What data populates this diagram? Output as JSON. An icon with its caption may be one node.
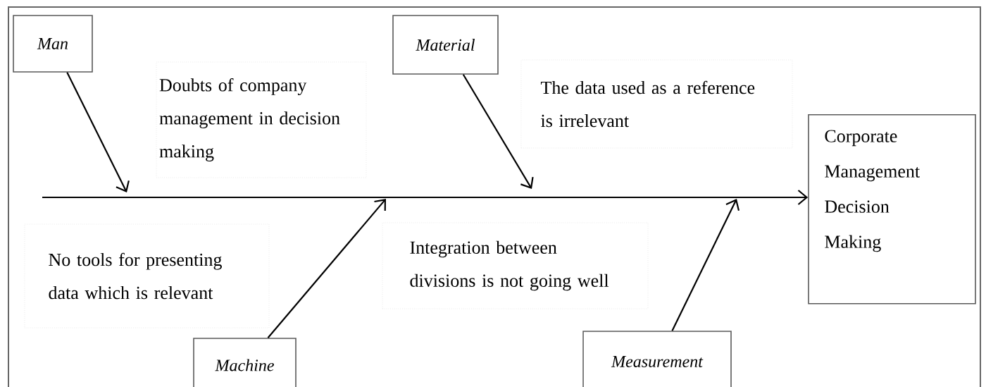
{
  "diagram": {
    "nodes": [
      {
        "text": [
          "Man"
        ]
      },
      {
        "text": [
          "Material"
        ]
      },
      {
        "text": [
          "Doubts of company management in decision making"
        ]
      },
      {
        "text": [
          "The data used as a reference is irrelevant"
        ]
      },
      {
        "text": [
          "No tools for presenting data which is relevant"
        ]
      },
      {
        "text": [
          "Integration between divisions is not going well"
        ]
      },
      {
        "text": [
          "Machine"
        ]
      },
      {
        "text": [
          "Measurement"
        ]
      },
      {
        "text": [
          "Corporate Management Decision Making"
        ]
      }
    ],
    "edges": [
      {
        "from": null,
        "to": 8,
        "arrow": "to"
      },
      {
        "from": 0,
        "to": null,
        "arrow": "to"
      },
      {
        "from": 1,
        "to": null,
        "arrow": "to"
      },
      {
        "from": 6,
        "to": null,
        "arrow": "to"
      },
      {
        "from": 7,
        "to": null,
        "arrow": "to"
      }
    ]
  }
}
